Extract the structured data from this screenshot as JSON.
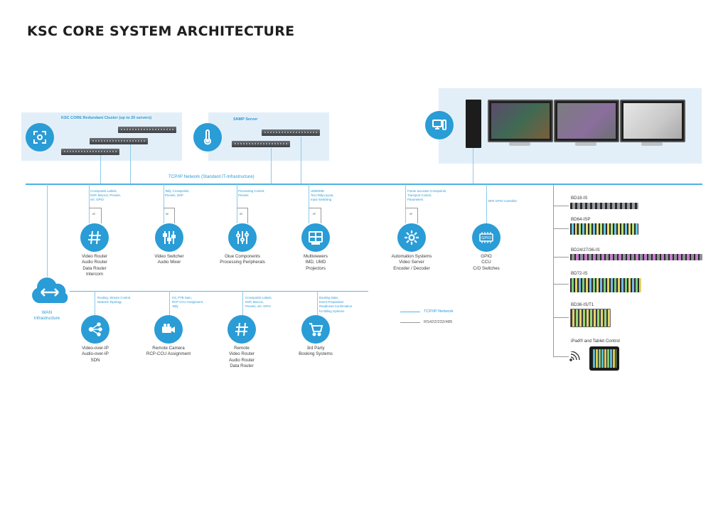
{
  "title": "KSC CORE SYSTEM ARCHITECTURE",
  "panels": {
    "cluster": "KSC CORE Redundant Cluster (up to 20 servers)",
    "snmp": "SNMP Server"
  },
  "network_label": "TCP/IP Network (Standard IT-Infrastructure)",
  "or": "or",
  "notes": {
    "router": [
      "Crosspoints Labels,",
      "DSP, Macros, Presets,",
      "virt. GPIO"
    ],
    "switcher": [
      "Tally, Crosspoints,",
      "Presets, DSP"
    ],
    "glue": [
      "Processing Control,",
      "Presets"
    ],
    "multiviewer": [
      "UMD/IMD",
      "Text,Tally,Layout,",
      "Input Switching"
    ],
    "automation": [
      "Frame accurate Crosspoints,",
      "Transport Control,",
      "Parameters"
    ],
    "gpio": [
      "BFE GPIO Controller"
    ],
    "sdn": [
      "Routing, Stream Control,",
      "Network Topology"
    ],
    "camera": [
      "Iris, PTB Gain,",
      "RCP CCU Assignment,",
      "Tally"
    ],
    "remote_router": [
      "Crosspoints Labels,",
      "DSP, Macros,",
      "Presets, virt. GPIO"
    ],
    "booking": [
      "Booking Data,",
      "Event Preparation",
      "Readiness-Confirmation",
      "for Billing Systems"
    ]
  },
  "nodes": {
    "router": [
      "Video Router",
      "Audio Router",
      "Data Router",
      "Intercom"
    ],
    "switcher": [
      "Video Switcher",
      "Audio Mixer"
    ],
    "glue": [
      "Glue Components",
      "Processing Peripherals"
    ],
    "multiviewer": [
      "Multiviewers",
      "IMD, UMD",
      "Projectors"
    ],
    "automation": [
      "Automation Systems",
      "Video Server",
      "Encoder / Decoder"
    ],
    "gpio": [
      "GPIO",
      "CCU",
      "C/O Switches"
    ],
    "wan": [
      "WAN",
      "Infrastructure"
    ],
    "sdn": [
      "Video-over-IP",
      "Audio-over-IP",
      "SDN"
    ],
    "camera": [
      "Remote Camera",
      "RCP-CCU Assignment"
    ],
    "remote_router": [
      "Remote",
      "Video Router",
      "Audio Router",
      "Data Router"
    ],
    "booking": [
      "3rd Party",
      "Booking Systems"
    ]
  },
  "gpio_icon_text": "GPIO",
  "legend": {
    "tcpip": "TCP/IP Network",
    "serial": "RS422/232/485"
  },
  "panels_list": [
    {
      "label": "BD18-IS"
    },
    {
      "label": "BD64-ISP"
    },
    {
      "label": "BD24/27/36-IS"
    },
    {
      "label": "BD72-IS"
    },
    {
      "label": "BD36-IS/T1"
    },
    {
      "label": "iPad® and Tablet Control"
    }
  ],
  "colors": {
    "accent": "#2a9cd6",
    "panel_bg": "#e3eff8",
    "line": "#5ab7e3"
  }
}
